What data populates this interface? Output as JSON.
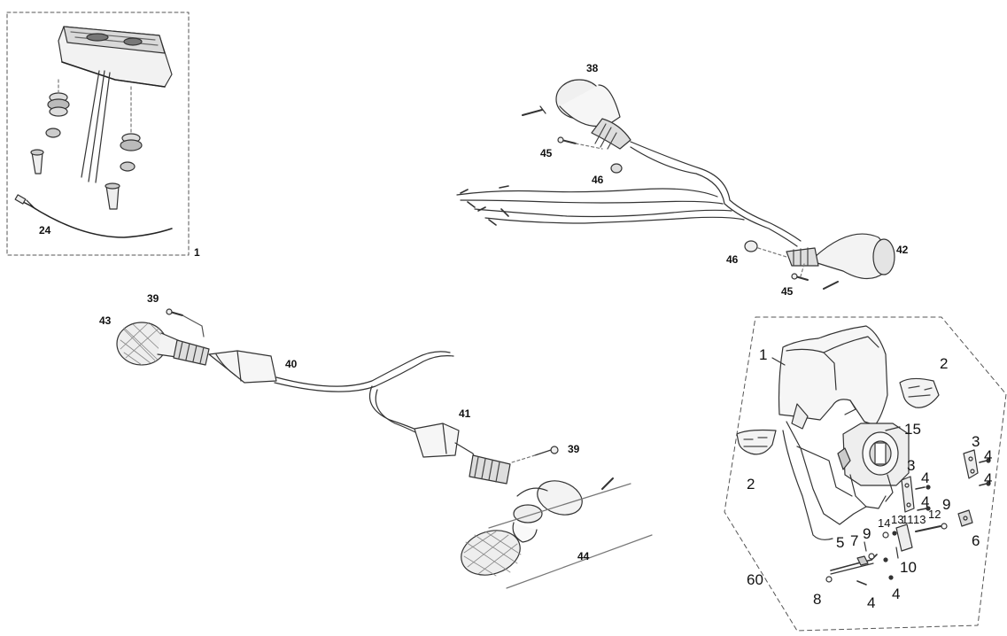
{
  "diagram": {
    "inset": {
      "number": "1",
      "callouts": {
        "c24": "24"
      }
    },
    "rear_indicators": {
      "callouts": {
        "c38": "38",
        "c45a": "45",
        "c46a": "46",
        "c46b": "46",
        "c42": "42",
        "c45b": "45"
      }
    },
    "front_indicators": {
      "callouts": {
        "c39a": "39",
        "c43": "43",
        "c40": "40",
        "c41": "41",
        "c39b": "39",
        "c44": "44"
      }
    },
    "headlight_assembly": {
      "callouts": {
        "c1": "1",
        "c2a": "2",
        "c2b": "2",
        "c15": "15",
        "c3a": "3",
        "c3b": "3",
        "c4a": "4",
        "c4b": "4",
        "c4c": "4",
        "c4d": "4",
        "c4e": "4",
        "c4f": "4",
        "c14": "14",
        "c13a": "13",
        "c11": "11",
        "c13b": "13",
        "c12": "12",
        "c9a": "9",
        "c9b": "9",
        "c6": "6",
        "c5": "5",
        "c7": "7",
        "c10": "10",
        "c8": "8",
        "c60": "60"
      }
    }
  }
}
